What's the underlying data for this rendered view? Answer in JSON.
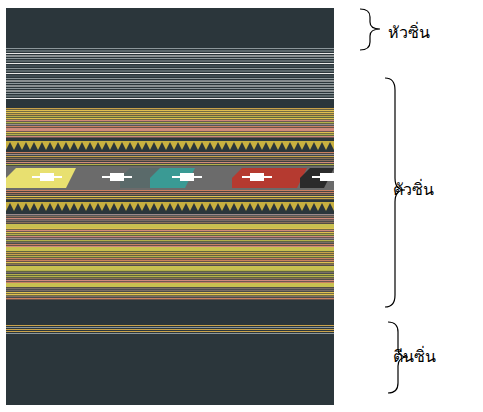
{
  "diagram": {
    "labels": [
      "หัวซิ่น",
      "ตัวซิ่น",
      "ตีนซิ่น"
    ]
  }
}
